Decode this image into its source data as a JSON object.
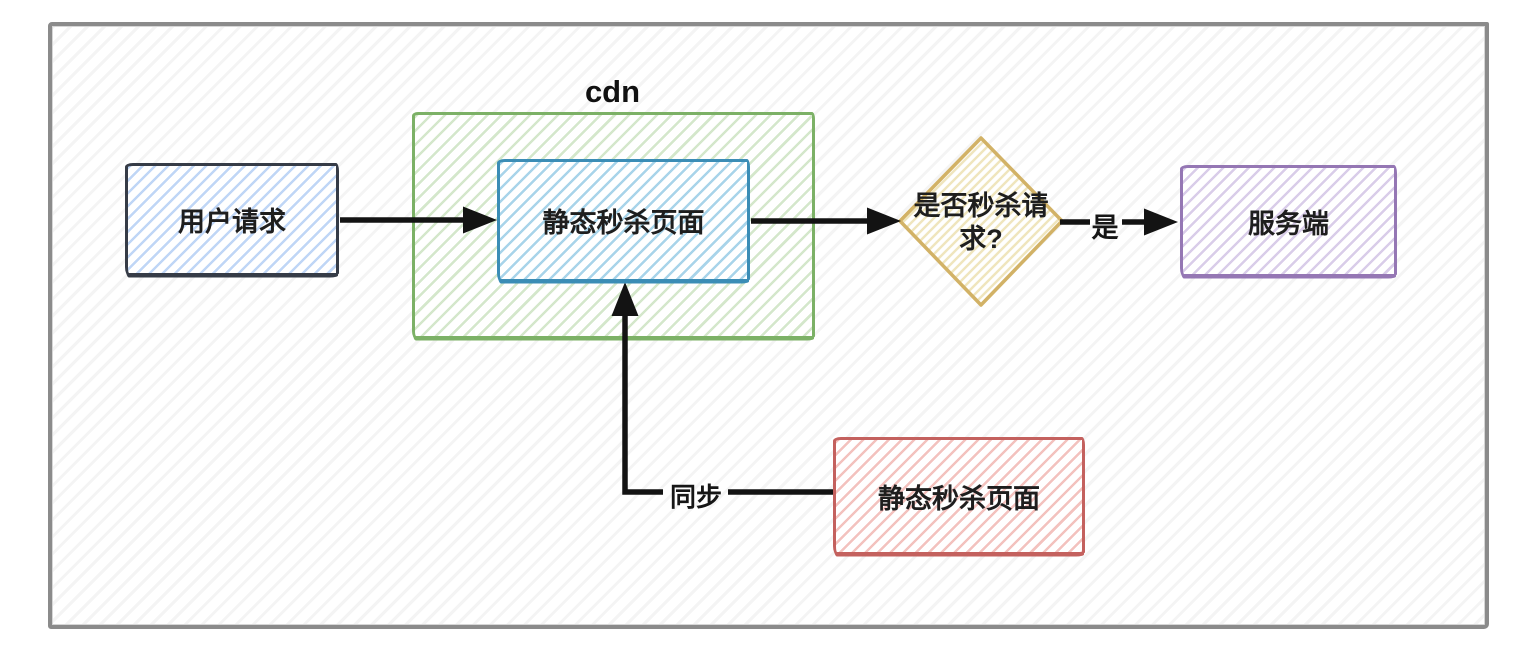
{
  "frame": {
    "border_color": "#8b8b8b"
  },
  "nodes": {
    "user_request": {
      "label": "用户请求",
      "border_color": "#363c47",
      "fill_color": "#aac8f3"
    },
    "cdn_group": {
      "label": "cdn",
      "border_color": "#7cb166",
      "fill_color": "#b0d3a0"
    },
    "static_page_cdn": {
      "label": "静态秒杀页面",
      "border_color": "#3b8db6",
      "fill_color": "#93c9e4"
    },
    "decision": {
      "label": "是否秒杀请求?",
      "border_color": "#d2b266",
      "fill_color": "#efe5bd"
    },
    "server": {
      "label": "服务端",
      "border_color": "#9577b4",
      "fill_color": "#c5b2dd"
    },
    "static_page_origin": {
      "label": "静态秒杀页面",
      "border_color": "#c4615e",
      "fill_color": "#eea8a3"
    }
  },
  "edges": {
    "color": "#131313",
    "decision_to_server_label": "是",
    "origin_to_cdn_label": "同步"
  }
}
